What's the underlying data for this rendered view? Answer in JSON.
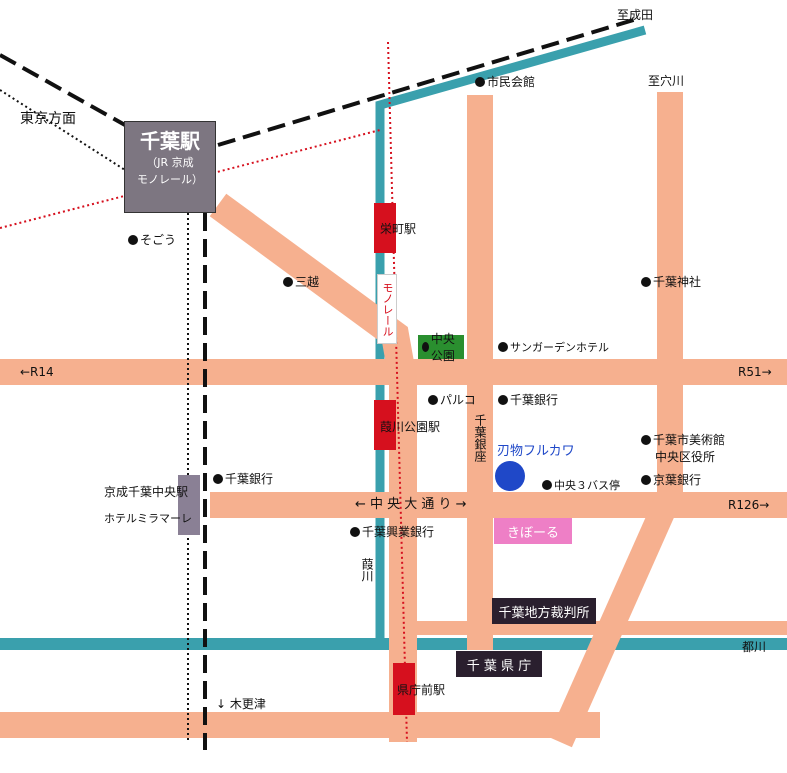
{
  "chiba_station": {
    "name": "千葉駅",
    "lines_line1": "（JR 京成",
    "lines_line2": "モノレール）"
  },
  "directions": {
    "tokyo": "東京方面",
    "narita": "至成田",
    "anagawa": "至穴川",
    "r14": "←R14",
    "r51": "R51→",
    "r126": "R126→",
    "chuo_odori": "←  中 央 大 通 り  →",
    "kisarazu": "↓ 木更津",
    "miyako_river": "都川"
  },
  "stations": {
    "sakaecho": "栄町駅",
    "yoshikawa_koen": "葭川公園駅",
    "kencho_mae": "県庁前駅",
    "monorail": "モノレール",
    "keisei_chiba_chuo": "京成千葉中央駅"
  },
  "pois": [
    "市民会館",
    "そごう",
    "三越",
    "千葉神社",
    "サンガーデンホテル",
    "パルコ",
    "千葉銀行",
    "千葉市美術館",
    "中央区役所",
    "中央３バス停",
    "京葉銀行",
    "千葉銀行",
    "千葉興業銀行",
    "ホテルミラマーレ"
  ],
  "labels": {
    "chuo_koen": "中央公園",
    "chiba_ginza": "千葉銀座",
    "yoshikawa": "葭川",
    "kibooru": "きぼーる",
    "court": "千葉地方裁判所",
    "prefecture": "千 葉 県 庁",
    "destination": "刃物フルカワ"
  },
  "colors": {
    "road": "#f6b08f",
    "river": "#3aa0ad",
    "rail": "#111111",
    "monorail_line": "#d6101e",
    "destination": "#1f48c8"
  }
}
